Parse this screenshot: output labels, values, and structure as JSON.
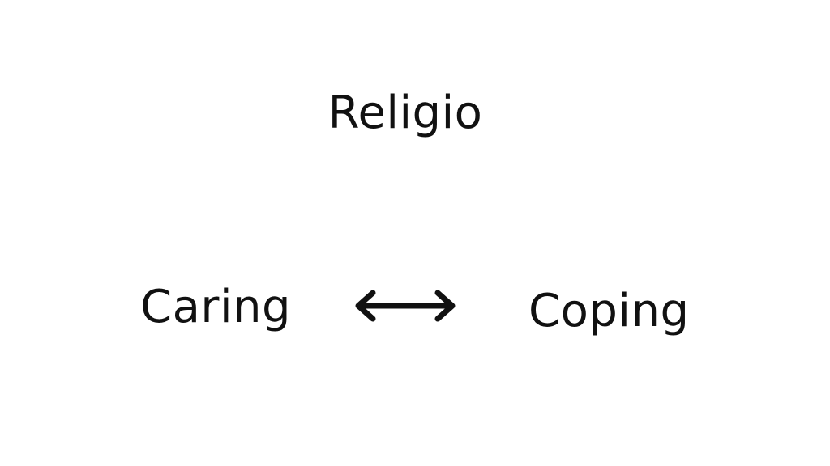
{
  "title": "Religio",
  "left_term": "Caring",
  "right_term": "Coping",
  "connector_icon": "double-headed-arrow-icon",
  "colors": {
    "text": "#111111",
    "background": "#ffffff"
  }
}
